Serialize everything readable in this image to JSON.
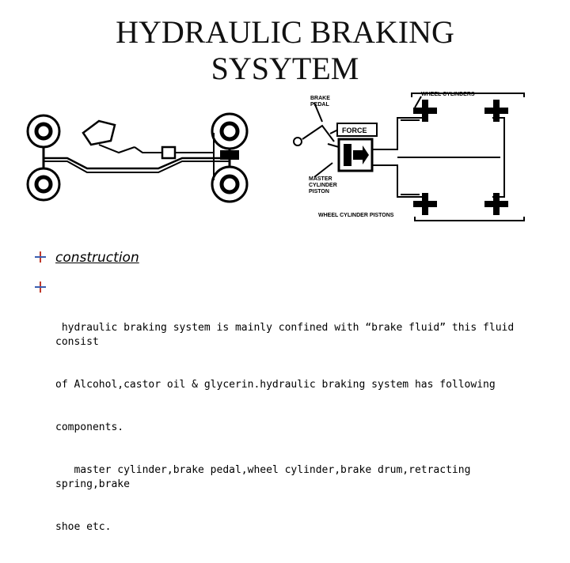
{
  "title": {
    "line1": "HYDRAULIC BRAKING",
    "line2": "SYSYTEM"
  },
  "diagram": {
    "labels": {
      "brake_pedal_1": "BRAKE",
      "brake_pedal_2": "PEDAL",
      "wheel_cylinders": "WHEEL CYLINDERS",
      "force": "FORCE",
      "master_1": "MASTER",
      "master_2": "CYLINDER",
      "master_3": "PISTON",
      "wheel_cylinder_pistons": "WHEEL CYLINDER PISTONS"
    }
  },
  "bullets": {
    "heading": "construction",
    "body_line1": " hydraulic braking system is mainly confined with “brake fluid” this fluid consist",
    "body_line2": "of Alcohol,castor oil & glycerin.hydraulic braking system has following",
    "body_line3": "components.",
    "body_line4": "   master cylinder,brake pedal,wheel cylinder,brake drum,retracting spring,brake",
    "body_line5": "shoe etc."
  },
  "colors": {
    "bullet_red": "#c0392b",
    "bullet_blue": "#3a5db0",
    "ink": "#000000"
  }
}
